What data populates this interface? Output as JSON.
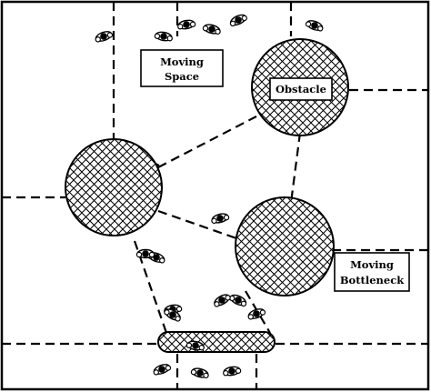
{
  "labels": {
    "moving_space_line1": "Moving",
    "moving_space_line2": "Space",
    "obstacle": "Obstacle",
    "moving_bottleneck_line1": "Moving",
    "moving_bottleneck_line2": "Bottleneck"
  },
  "elements": {
    "obstacles": 4,
    "pedestrians": 18
  },
  "colors": {
    "line": "#000000",
    "background": "#ffffff",
    "hatch": "#000000"
  }
}
